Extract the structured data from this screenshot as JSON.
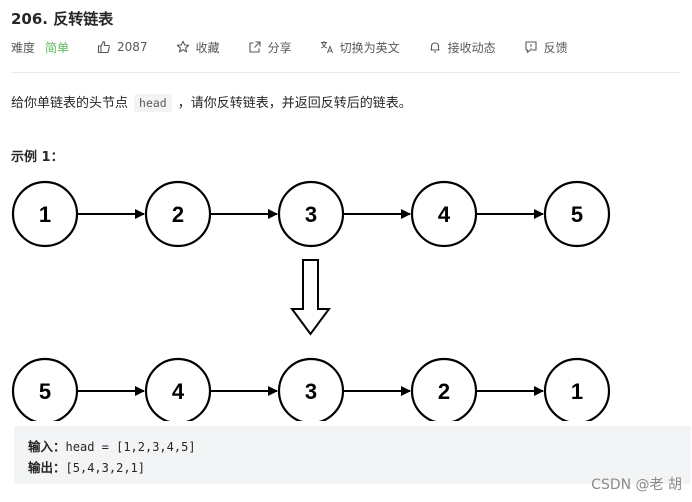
{
  "problem": {
    "title": "206. 反转链表",
    "difficulty_label": "难度",
    "difficulty": "简单",
    "likes": "2087",
    "actions": {
      "favorite": "收藏",
      "share": "分享",
      "switch_lang": "切换为英文",
      "notify": "接收动态",
      "feedback": "反馈"
    },
    "description": {
      "before": "给你单链表的头节点",
      "code": "head",
      "after": "，请你反转链表，并返回反转后的链表。"
    },
    "example_title": "示例 1："
  },
  "diagram": {
    "input_nodes": [
      "1",
      "2",
      "3",
      "4",
      "5"
    ],
    "output_nodes": [
      "5",
      "4",
      "3",
      "2",
      "1"
    ]
  },
  "io": {
    "input_label": "输入：",
    "input_value": "head = [1,2,3,4,5]",
    "output_label": "输出：",
    "output_value": "[5,4,3,2,1]"
  },
  "watermark": "CSDN @老 胡"
}
